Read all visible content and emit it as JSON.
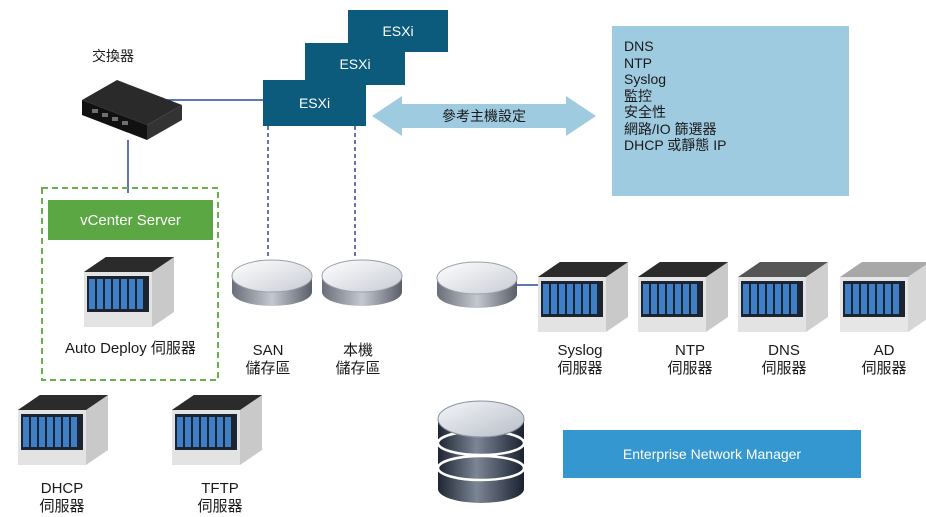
{
  "switch": {
    "label": "交換器"
  },
  "esxi": {
    "labels": [
      "ESXi",
      "ESXi",
      "ESXi"
    ]
  },
  "reference_arrow": {
    "label": "參考主機設定"
  },
  "host_profile_items": [
    "DNS",
    "NTP",
    "Syslog",
    "監控",
    "安全性",
    "網路/IO 篩選器",
    "DHCP 或靜態 IP"
  ],
  "vcenter": {
    "label": "vCenter Server"
  },
  "auto_deploy": {
    "label": "Auto Deploy 伺服器"
  },
  "san_storage": {
    "line1": "SAN",
    "line2": "儲存區"
  },
  "local_storage": {
    "line1": "本機",
    "line2": "儲存區"
  },
  "syslog_server": {
    "line1": "Syslog",
    "line2": "伺服器"
  },
  "ntp_server": {
    "line1": "NTP",
    "line2": "伺服器"
  },
  "dns_server": {
    "line1": "DNS",
    "line2": "伺服器"
  },
  "ad_server": {
    "line1": "AD",
    "line2": "伺服器"
  },
  "dhcp_server": {
    "line1": "DHCP",
    "line2": "伺服器"
  },
  "tftp_server": {
    "line1": "TFTP",
    "line2": "伺服器"
  },
  "enterprise_network_manager": {
    "label": "Enterprise Network Manager"
  },
  "colors": {
    "esxi_box": "#0c5a7c",
    "vcenter_box": "#5aa744",
    "dashed_border": "#6ab04c",
    "info_panel": "#9ecbe0",
    "arrow": "#9ecbe0",
    "enm_box": "#3597cf",
    "network_line": "#2b4a9a"
  }
}
